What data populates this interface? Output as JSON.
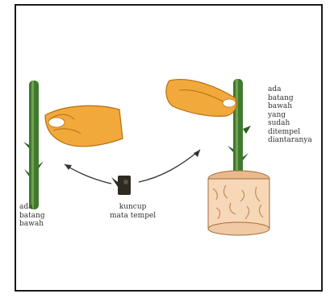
{
  "labels": {
    "left_stem": "ada\nbatang\nbawah",
    "center_bud": "kuncup\nmata tempel",
    "right_stem": "ada\nbatang\nbawah\nyang\nsudah\nditempel\ndiantaranya"
  },
  "colors": {
    "frame": "#1a1a1a",
    "stem": "#3f7a2e",
    "hand": "#f2a93b",
    "pot": "#f6d8b8",
    "bud": "#2f2a22"
  }
}
